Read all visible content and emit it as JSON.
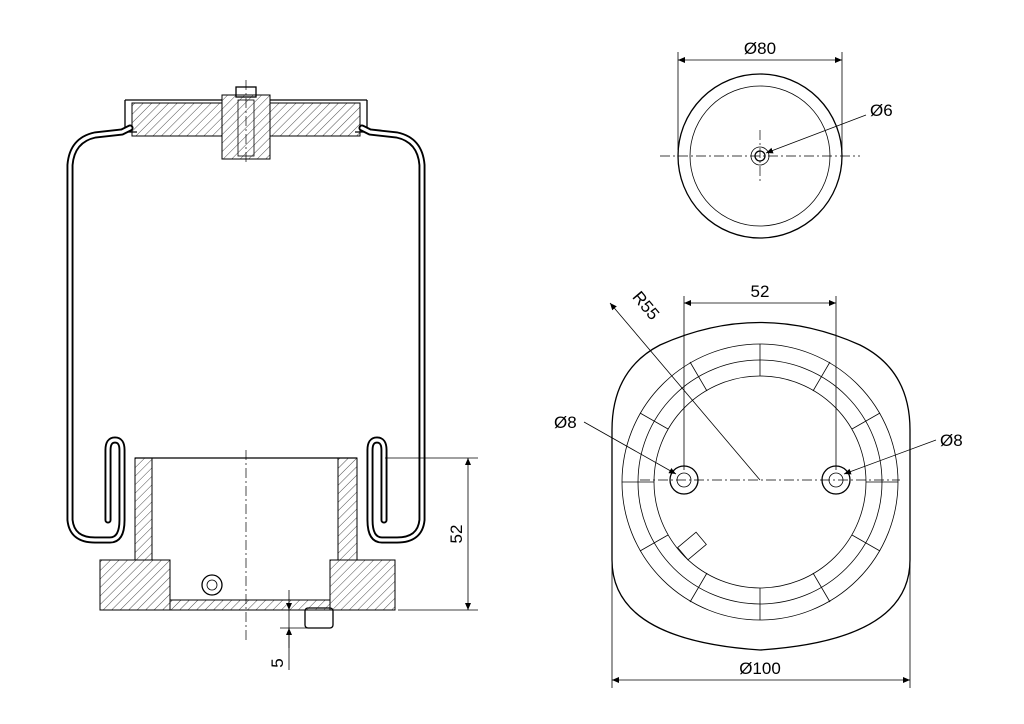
{
  "side_view": {
    "dimensions": {
      "piston_height": "52",
      "bottom_offset": "5"
    }
  },
  "top_view": {
    "dimensions": {
      "plate_diameter": "Ø80",
      "center_hole": "Ø6"
    }
  },
  "bottom_view": {
    "dimensions": {
      "hole_spacing": "52",
      "radius": "R55",
      "left_hole": "Ø8",
      "right_hole": "Ø8",
      "outer_diameter": "Ø100"
    }
  }
}
